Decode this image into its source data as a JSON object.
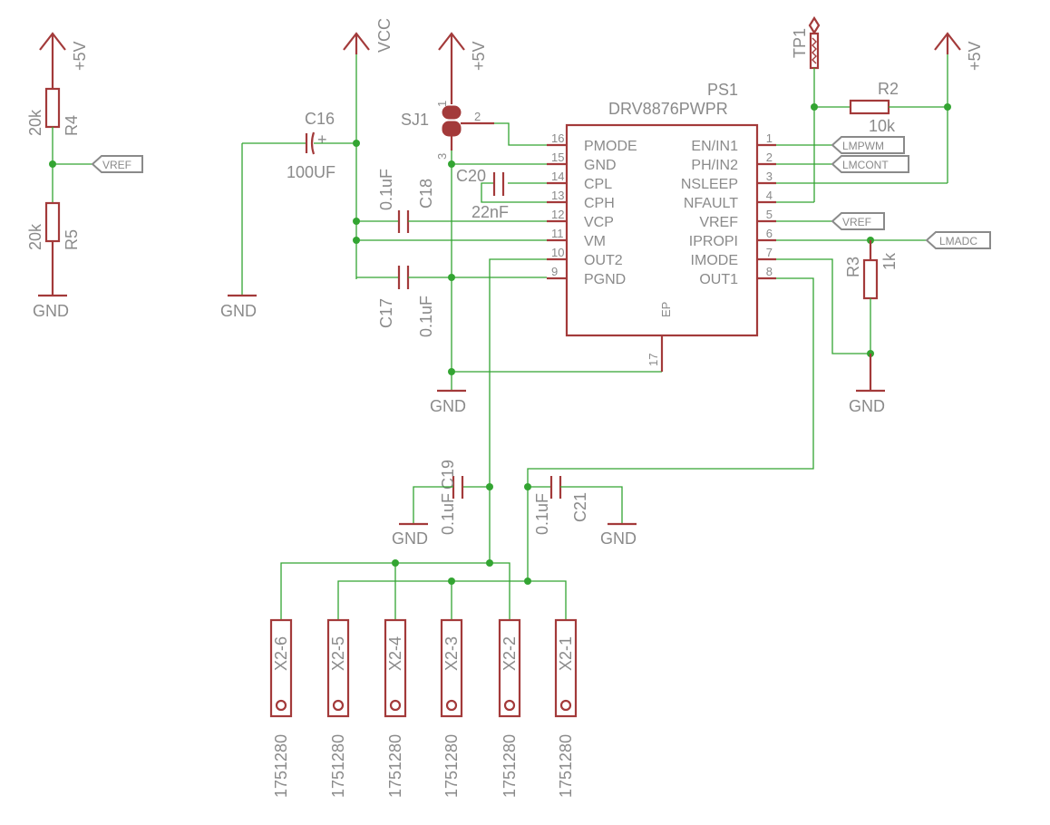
{
  "supply": {
    "p5v_a": "+5V",
    "vcc": "VCC",
    "p5v_b": "+5V",
    "p5v_c": "+5V"
  },
  "grounds": {
    "gnd1": "GND",
    "gnd2": "GND",
    "gnd3": "GND",
    "gnd4": "GND",
    "gnd5": "GND",
    "gnd6": "GND"
  },
  "resistors": {
    "r4": {
      "name": "R4",
      "value": "20k"
    },
    "r5": {
      "name": "R5",
      "value": "20k"
    },
    "r2": {
      "name": "R2",
      "value": "10k"
    },
    "r3": {
      "name": "R3",
      "value": "1k"
    }
  },
  "capacitors": {
    "c16": {
      "name": "C16",
      "value": "100UF"
    },
    "c18": {
      "name": "C18",
      "value": "0.1uF"
    },
    "c17": {
      "name": "C17",
      "value": "0.1uF"
    },
    "c20": {
      "name": "C20",
      "value": "22nF"
    },
    "c19": {
      "name": "C19",
      "value": "0.1uF"
    },
    "c21": {
      "name": "C21",
      "value": "0.1uF"
    }
  },
  "jumper": {
    "name": "SJ1",
    "pin1": "1",
    "pin2": "2",
    "pin3": "3"
  },
  "testpoint": {
    "name": "TP1"
  },
  "ic": {
    "name": "PS1",
    "part": "DRV8876PWPR",
    "ep_label": "EP",
    "ep_pin": "17",
    "left_pins": [
      {
        "num": "16",
        "name": "PMODE"
      },
      {
        "num": "15",
        "name": "GND"
      },
      {
        "num": "14",
        "name": "CPL"
      },
      {
        "num": "13",
        "name": "CPH"
      },
      {
        "num": "12",
        "name": "VCP"
      },
      {
        "num": "11",
        "name": "VM"
      },
      {
        "num": "10",
        "name": "OUT2"
      },
      {
        "num": "9",
        "name": "PGND"
      }
    ],
    "right_pins": [
      {
        "num": "1",
        "name": "EN/IN1"
      },
      {
        "num": "2",
        "name": "PH/IN2"
      },
      {
        "num": "3",
        "name": "NSLEEP"
      },
      {
        "num": "4",
        "name": "NFAULT"
      },
      {
        "num": "5",
        "name": "VREF"
      },
      {
        "num": "6",
        "name": "IPROPI"
      },
      {
        "num": "7",
        "name": "IMODE"
      },
      {
        "num": "8",
        "name": "OUT1"
      }
    ]
  },
  "net_labels": {
    "vref_left": "VREF",
    "lmpwm": "LMPWM",
    "lmcont": "LMCONT",
    "vref_right": "VREF",
    "lmadc": "LMADC"
  },
  "connector": {
    "pins": [
      "X2-6",
      "X2-5",
      "X2-4",
      "X2-3",
      "X2-2",
      "X2-1"
    ],
    "part": "1751280"
  }
}
